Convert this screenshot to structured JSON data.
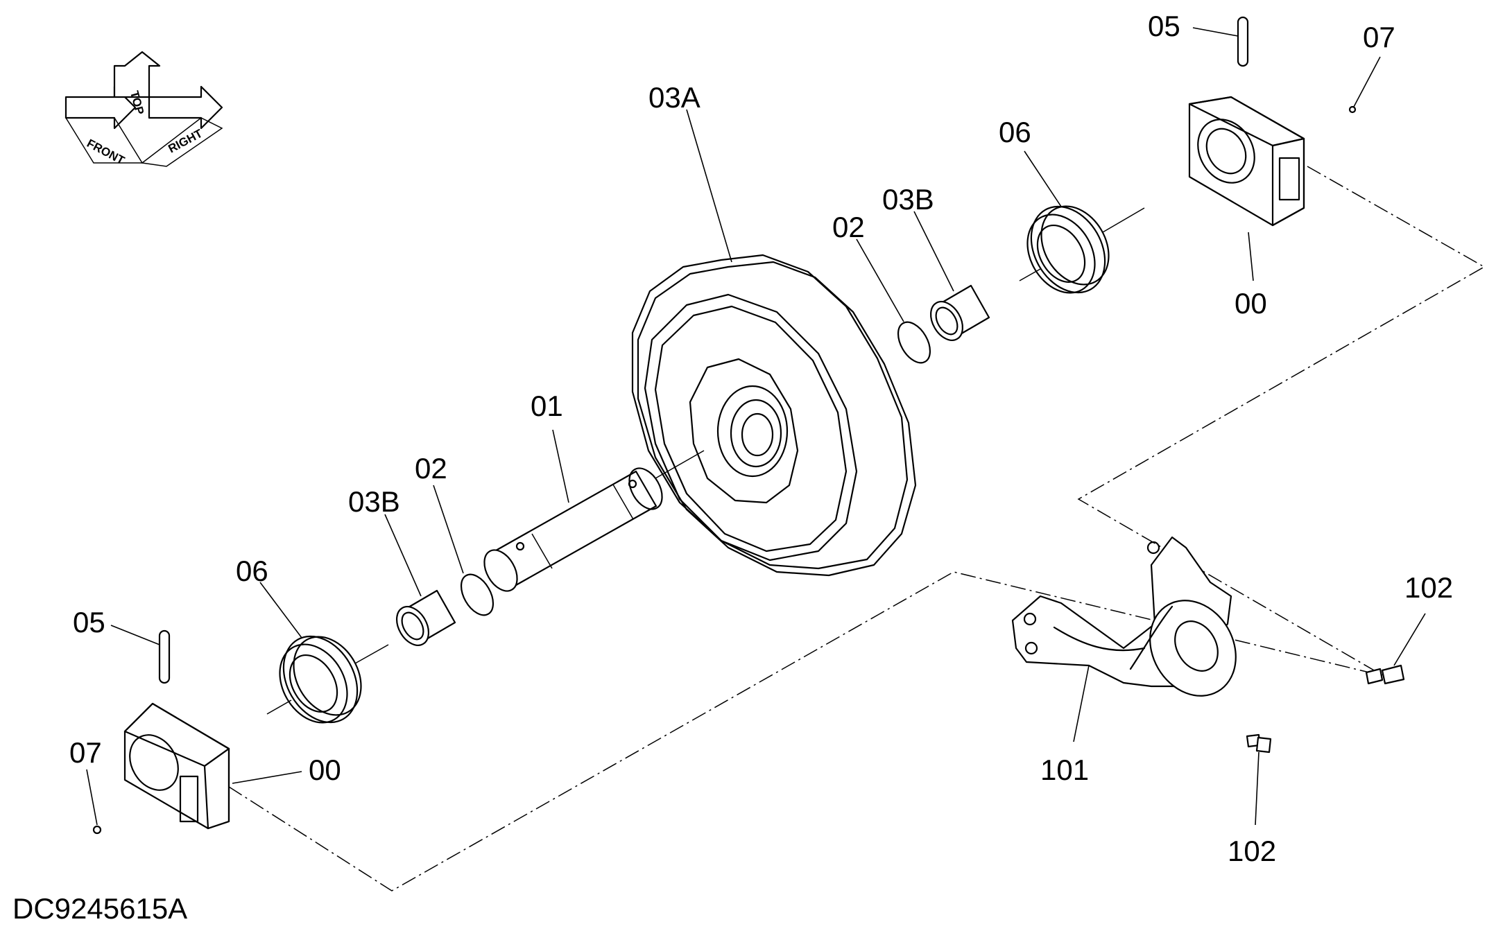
{
  "drawing_id": "DC9245615A",
  "orientation": {
    "front": "FRONT",
    "top": "TOP",
    "right": "RIGHT"
  },
  "callouts": {
    "c05_top": "05",
    "c07_top": "07",
    "c03A": "03A",
    "c06_top": "06",
    "c03B_top": "03B",
    "c02_top": "02",
    "c00_top": "00",
    "c01": "01",
    "c02_mid": "02",
    "c03B_mid": "03B",
    "c06_bot": "06",
    "c05_bot": "05",
    "c07_bot": "07",
    "c00_bot": "00",
    "c102_top": "102",
    "c101": "101",
    "c102_bot": "102"
  }
}
